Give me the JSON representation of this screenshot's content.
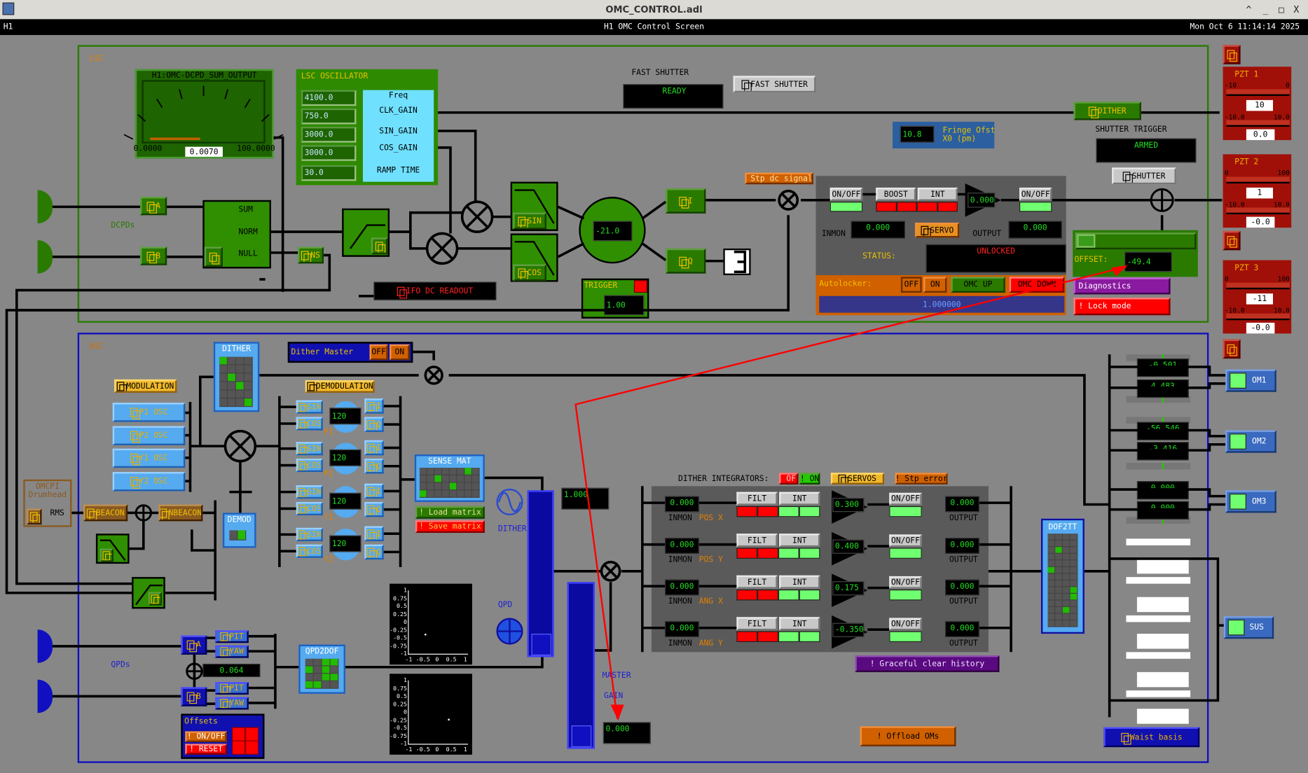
{
  "window": {
    "title": "OMC_CONTROL.adl",
    "controls": [
      "^",
      "_",
      "□",
      "X"
    ]
  },
  "header": {
    "site": "H1",
    "title": "H1 OMC Control Screen",
    "datetime": "Mon Oct  6 11:14:14 2025"
  },
  "colors": {
    "lsc_border": "#2a7a00",
    "asc_border": "#1010c0",
    "annotation": "#ff0000",
    "readout_text": "#22dd22"
  },
  "lsc": {
    "label": "LSC",
    "meter": {
      "title": "H1:OMC-DCPD_SUM_OUTPUT",
      "min": "0.0000",
      "max": "100.0000",
      "value": "0.0070"
    },
    "oscillator": {
      "title": "LSC OSCILLATOR",
      "fields": [
        {
          "label": "Freq",
          "value": "4100.0"
        },
        {
          "label": "CLK_GAIN",
          "value": "750.0"
        },
        {
          "label": "SIN_GAIN",
          "value": "3000.0"
        },
        {
          "label": "COS_GAIN",
          "value": "3000.0"
        },
        {
          "label": "RAMP TIME",
          "value": "30.0"
        }
      ]
    },
    "fast_shutter": {
      "label": "FAST SHUTTER",
      "status": "READY",
      "button": "FAST SHUTTER"
    },
    "dcpds": {
      "label": "DCPDs",
      "a": "A",
      "b": "B",
      "sum": "SUM",
      "norm": "NORM",
      "null": "NULL",
      "ns": "NS"
    },
    "sin": "SIN",
    "cos": "COS",
    "phase": "-21.0",
    "i": "I",
    "q": "Q",
    "ifo_dc_readout": "IFO DC READOUT",
    "trigger": {
      "label": "TRIGGER",
      "value": "1.00"
    },
    "stp_dc_signals": "! Stp dc signals",
    "servo": {
      "on_off_in": "ON/OFF",
      "boost": "BOOST",
      "int": "INT",
      "gain": "0.000",
      "on_off_out": "ON/OFF",
      "inmon_label": "INMON",
      "inmon": "0.000",
      "servo_button": "SERVO",
      "output_label": "OUTPUT",
      "output": "0.000",
      "status_label": "STATUS:",
      "status": "UNLOCKED",
      "autolocker_label": "Autolocker:",
      "off": "OFF",
      "on": "ON",
      "omc_up": "OMC UP",
      "omc_down": "OMC DOWN",
      "autolocker_value": "1.000000"
    },
    "fringe": {
      "value": "10.8",
      "label1": "Fringe Ofst",
      "label2": "X0 (pm)"
    },
    "dither_button": "DITHER",
    "shutter_trigger": {
      "label": "SHUTTER TRIGGER",
      "status": "ARMED"
    },
    "shutter_button": "SHUTTER",
    "offset": {
      "label": "OFFSET:",
      "value": "-49.4"
    },
    "diagnostics": "Diagnostics",
    "lock_mode": "! Lock mode"
  },
  "pzt": [
    {
      "title": "PZT 1",
      "s1_min": "-10",
      "s1_max": "0",
      "s1_value": "10",
      "s2_min": "-10.0",
      "s2_max": "10.0",
      "s2_value": "0.0"
    },
    {
      "title": "PZT 2",
      "s1_min": "0",
      "s1_max": "100",
      "s1_value": "1",
      "s2_min": "-10.0",
      "s2_max": "10.0",
      "s2_value": "-0.0"
    },
    {
      "title": "PZT 3",
      "s1_min": "0",
      "s1_max": "100",
      "s1_value": "-11",
      "s2_min": "-10.0",
      "s2_max": "10.0",
      "s2_value": "-0.0"
    }
  ],
  "asc": {
    "label": "ASC",
    "dither_matrix_title": "DITHER",
    "dither_master": {
      "label": "Dither Master",
      "off": "OFF",
      "on": "ON"
    },
    "modulation": "MODULATION",
    "oscillators": [
      "P1 OSC",
      "P2 OSC",
      "Y1 OSC",
      "Y2 OSC"
    ],
    "demodulation": "DEMODULATION",
    "demod_groups": [
      {
        "label": "P1",
        "sin": "SIN",
        "cos": "COS",
        "phase": "120",
        "i": "I",
        "q": "Q"
      },
      {
        "label": "P2",
        "sin": "SIN",
        "cos": "COS",
        "phase": "120",
        "i": "I",
        "q": "Q"
      },
      {
        "label": "Y1",
        "sin": "SIN",
        "cos": "COS",
        "phase": "120",
        "i": "I",
        "q": "Q"
      },
      {
        "label": "Y2",
        "sin": "SIN",
        "cos": "COS",
        "phase": "120",
        "i": "I",
        "q": "Q"
      }
    ],
    "sense_mat": "SENSE MAT",
    "load_matrix": "! Load matrix",
    "save_matrix": "! Save matrix",
    "dither_label": "DITHER",
    "qpd_label": "QPD",
    "dither_gain": "1.000",
    "master_label": "MASTER",
    "gain_label": "GAIN",
    "master_gain": "0.000",
    "omcpi": {
      "line1": "OMCPI",
      "line2": "Drumhead",
      "rms": "RMS"
    },
    "beacon": "BEACON",
    "nbeacon": "NBEACON",
    "demod": "DEMOD",
    "qpds": {
      "label": "QPDs",
      "a": "A",
      "b": "B",
      "pit": "PIT",
      "yaw": "YAW",
      "sum": "0.064"
    },
    "qpd2dof": "QPD2DOF",
    "offsets": {
      "label": "Offsets",
      "on_off": "! ON/OFF",
      "reset": "! RESET"
    },
    "scopes": {
      "y_ticks": [
        "1",
        "0.75",
        "0.5",
        "0.25",
        "0",
        "-0.25",
        "-0.5",
        "-0.75",
        "-1"
      ],
      "x_ticks": [
        "-1",
        "-0.5",
        "0",
        "0.5",
        "1"
      ]
    },
    "integrators": {
      "label": "DITHER INTEGRATORS:",
      "off": "! OFF",
      "on": "! ON",
      "servos": "SERVOS",
      "stp_error": "! Stp error",
      "rows": [
        {
          "dof": "POS X",
          "inmon": "0.000",
          "filt": "FILT",
          "int": "INT",
          "gain": "0.300",
          "on_off": "ON/OFF",
          "output": "0.000"
        },
        {
          "dof": "POS Y",
          "inmon": "0.000",
          "filt": "FILT",
          "int": "INT",
          "gain": "0.400",
          "on_off": "ON/OFF",
          "output": "0.000"
        },
        {
          "dof": "ANG X",
          "inmon": "0.000",
          "filt": "FILT",
          "int": "INT",
          "gain": "0.175",
          "on_off": "ON/OFF",
          "output": "0.000"
        },
        {
          "dof": "ANG Y",
          "inmon": "0.000",
          "filt": "FILT",
          "int": "INT",
          "gain": "-0.350",
          "on_off": "ON/OFF",
          "output": "0.000"
        }
      ],
      "inmon_label": "INMON",
      "output_label": "OUTPUT"
    },
    "graceful_clear": "! Graceful clear history",
    "offload_oms": "! Offload OMs",
    "dof2tt": "DOF2TT",
    "om_readouts": [
      "-0.501",
      "4.483",
      "-56.546",
      "-3.416",
      "0.000",
      "0.000"
    ],
    "om_buttons": [
      "OM1",
      "OM2",
      "OM3"
    ],
    "sus": "SUS",
    "waist_basis": "Waist basis"
  }
}
